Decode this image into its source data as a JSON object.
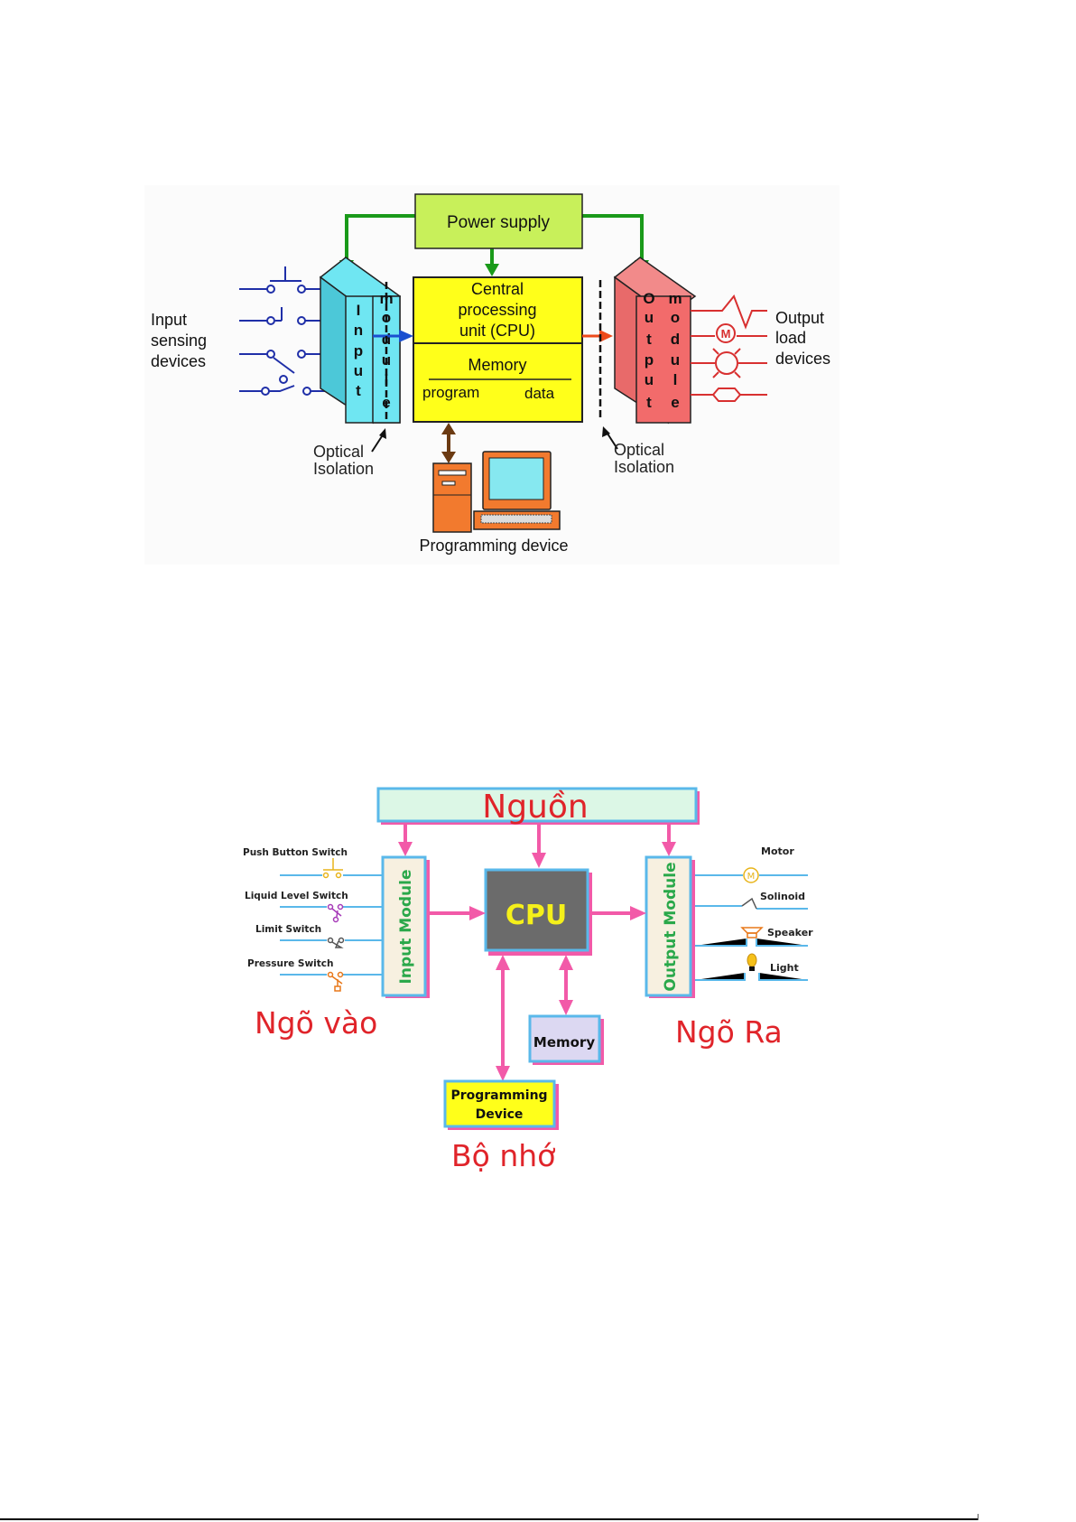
{
  "figure1": {
    "power_supply": "Power supply",
    "cpu_lines": [
      "Central",
      "processing",
      "unit (CPU)"
    ],
    "memory": "Memory",
    "memory_program": "program",
    "memory_data": "data",
    "input_module_letters_left": [
      "I",
      "n",
      "p",
      "u",
      "t"
    ],
    "input_module_letters_right": [
      "m",
      "o",
      "d",
      "u",
      "l",
      "e"
    ],
    "output_module_letters_left": [
      "O",
      "u",
      "t",
      "p",
      "u",
      "t"
    ],
    "output_module_letters_right": [
      "m",
      "o",
      "d",
      "u",
      "l",
      "e"
    ],
    "input_label": [
      "Input",
      "sensing",
      "devices"
    ],
    "output_label": [
      "Output",
      "load",
      "devices"
    ],
    "optical_left": [
      "Optical",
      "Isolation"
    ],
    "optical_right": [
      "Optical",
      "Isolation"
    ],
    "programming_device": "Programming device",
    "colors": {
      "power": "#c8f05a",
      "cpu": "#ffff1a",
      "input": "#6fe6f2",
      "output": "#f26b6b",
      "arrow_power": "#1a9a1a",
      "arrow_in": "#1a4fd0",
      "arrow_out": "#ee4a1a",
      "arrow_prog": "#6b3a12",
      "pc": "#f27a2e"
    }
  },
  "figure2": {
    "power": "Nguồn",
    "cpu": "CPU",
    "input_module": "Input Module",
    "output_module": "Output Module",
    "memory": "Memory",
    "programming_device": [
      "Programming",
      "Device"
    ],
    "input_devices": [
      "Push Button Switch",
      "Liquid Level Switch",
      "Limit Switch",
      "Pressure Switch"
    ],
    "output_devices": [
      "Motor",
      "Solinoid",
      "Speaker",
      "Light"
    ],
    "motor_symbol": "M",
    "label_input": "Ngõ vào",
    "label_output": "Ngõ Ra",
    "label_memory": "Bộ nhớ",
    "colors": {
      "pink": "#f25aa8",
      "blue": "#5ab8ea",
      "red_text": "#e0242a",
      "green_text": "#2aa84a",
      "cpu_bg": "#6b6b6b",
      "cpu_text": "#f5f01a",
      "power_bg": "#dcf7e6",
      "module_bg": "#f7f0e0",
      "memory_bg": "#dcd8f2",
      "prog_bg": "#ffff1a"
    }
  }
}
